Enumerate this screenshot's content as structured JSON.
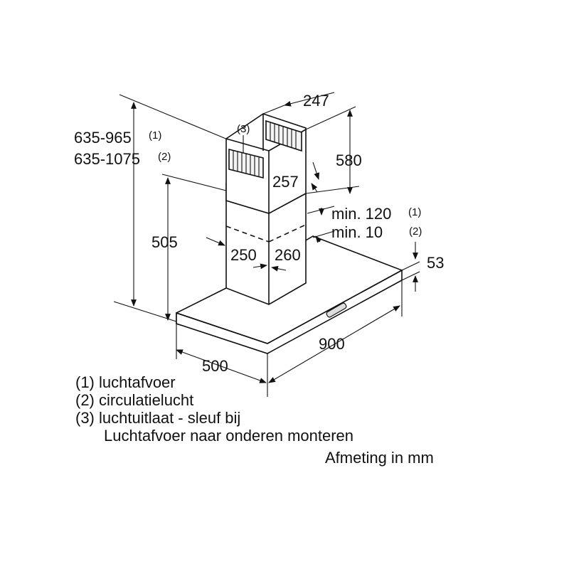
{
  "dimensions": {
    "total_height_1": "635-965",
    "total_height_1_note": "(1)",
    "total_height_2": "635-1075",
    "total_height_2_note": "(2)",
    "chimney_depth": "247",
    "upper_chimney_height": "580",
    "upper_chimney_width": "257",
    "lower_chimney_height": "505",
    "min_120": "min. 120",
    "min_120_note": "(1)",
    "min_10": "min. 10",
    "min_10_note": "(2)",
    "lower_chimney_width": "250",
    "lower_chimney_depth": "260",
    "canopy_thickness": "53",
    "canopy_width": "900",
    "canopy_depth": "500",
    "vent_callout": "(3)"
  },
  "legend": {
    "item1": "(1) luchtafvoer",
    "item2": "(2) circulatielucht",
    "item3": "(3) luchtuitlaat - sleuf bij",
    "item3_cont": "Luchtafvoer naar onderen monteren",
    "units": "Afmeting in mm"
  }
}
